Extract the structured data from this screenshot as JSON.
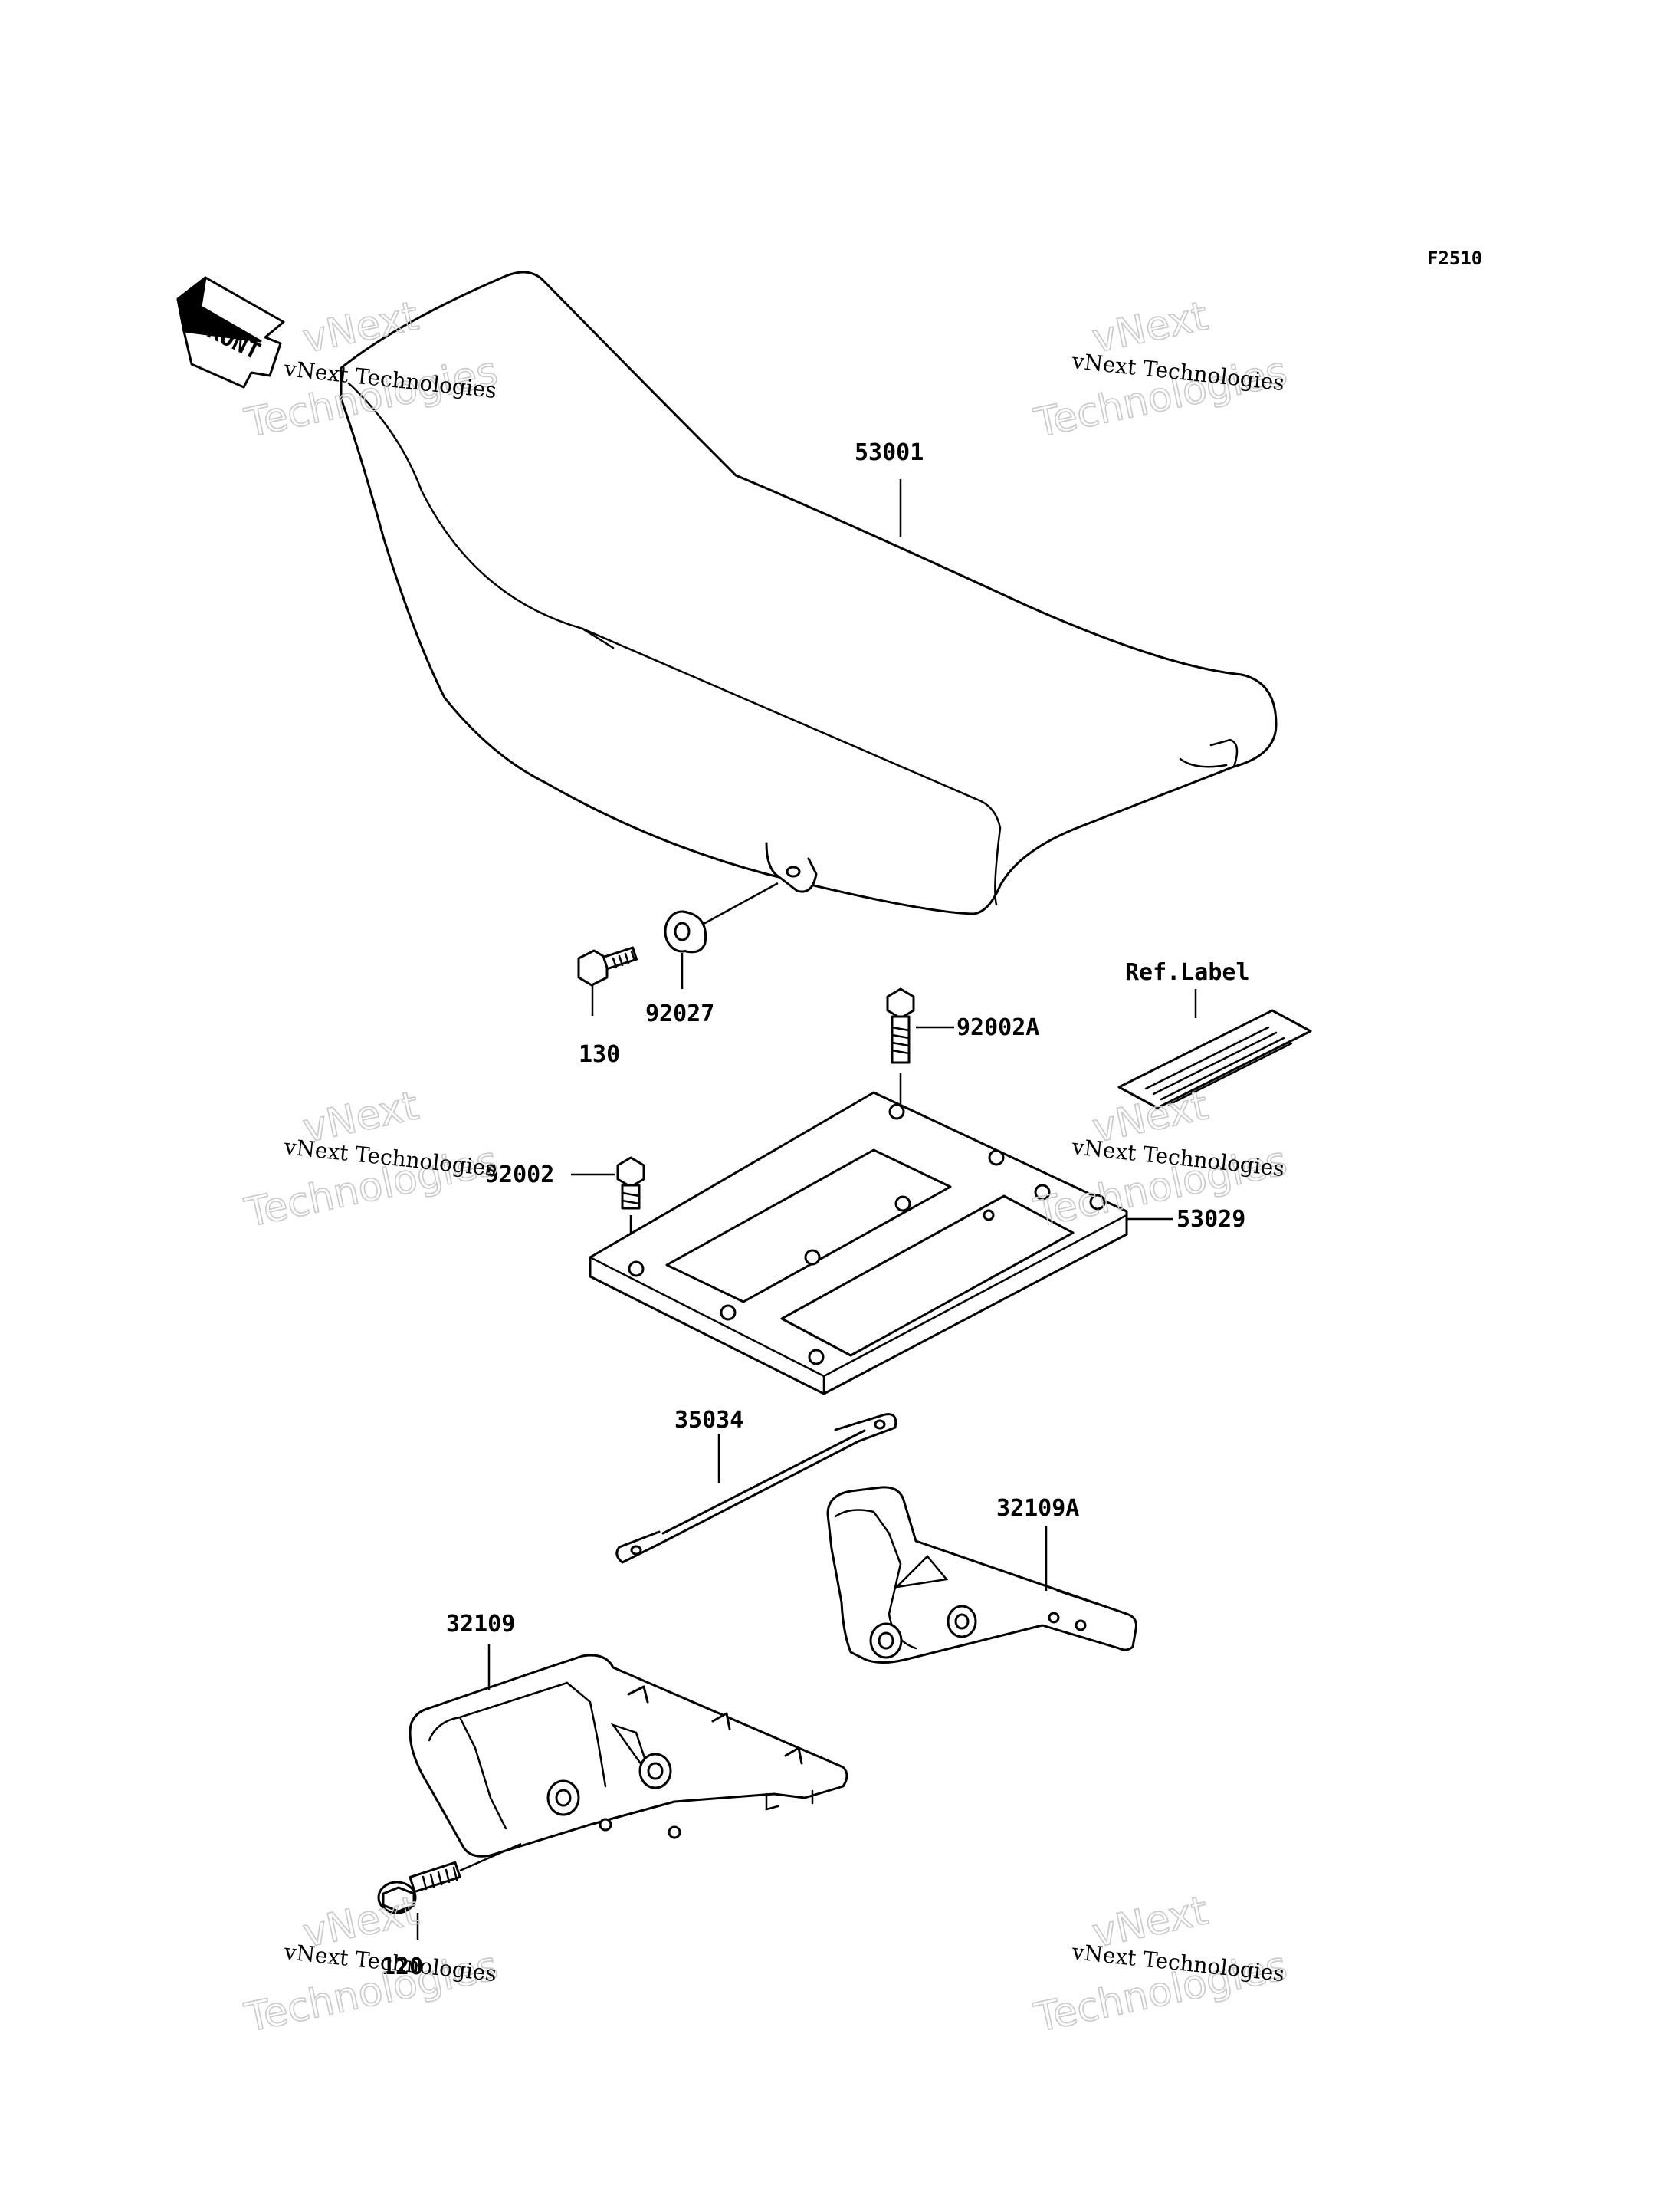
{
  "diagram_code": "F2510",
  "front_label": "FRONT",
  "ref_label": "Ref.Label",
  "parts": {
    "seat": "53001",
    "seat_collar": "92027",
    "seat_bolt": "130",
    "bolt_upper": "92002A",
    "bolt_lower": "92002",
    "seat_base_plate": "53029",
    "strap": "35034",
    "bracket_right": "32109A",
    "bracket_left": "32109",
    "bracket_bolt": "120"
  },
  "watermark": {
    "line_small": "vNext Technologies",
    "line_big_1": "vNext",
    "line_big_2": "Technologies"
  }
}
